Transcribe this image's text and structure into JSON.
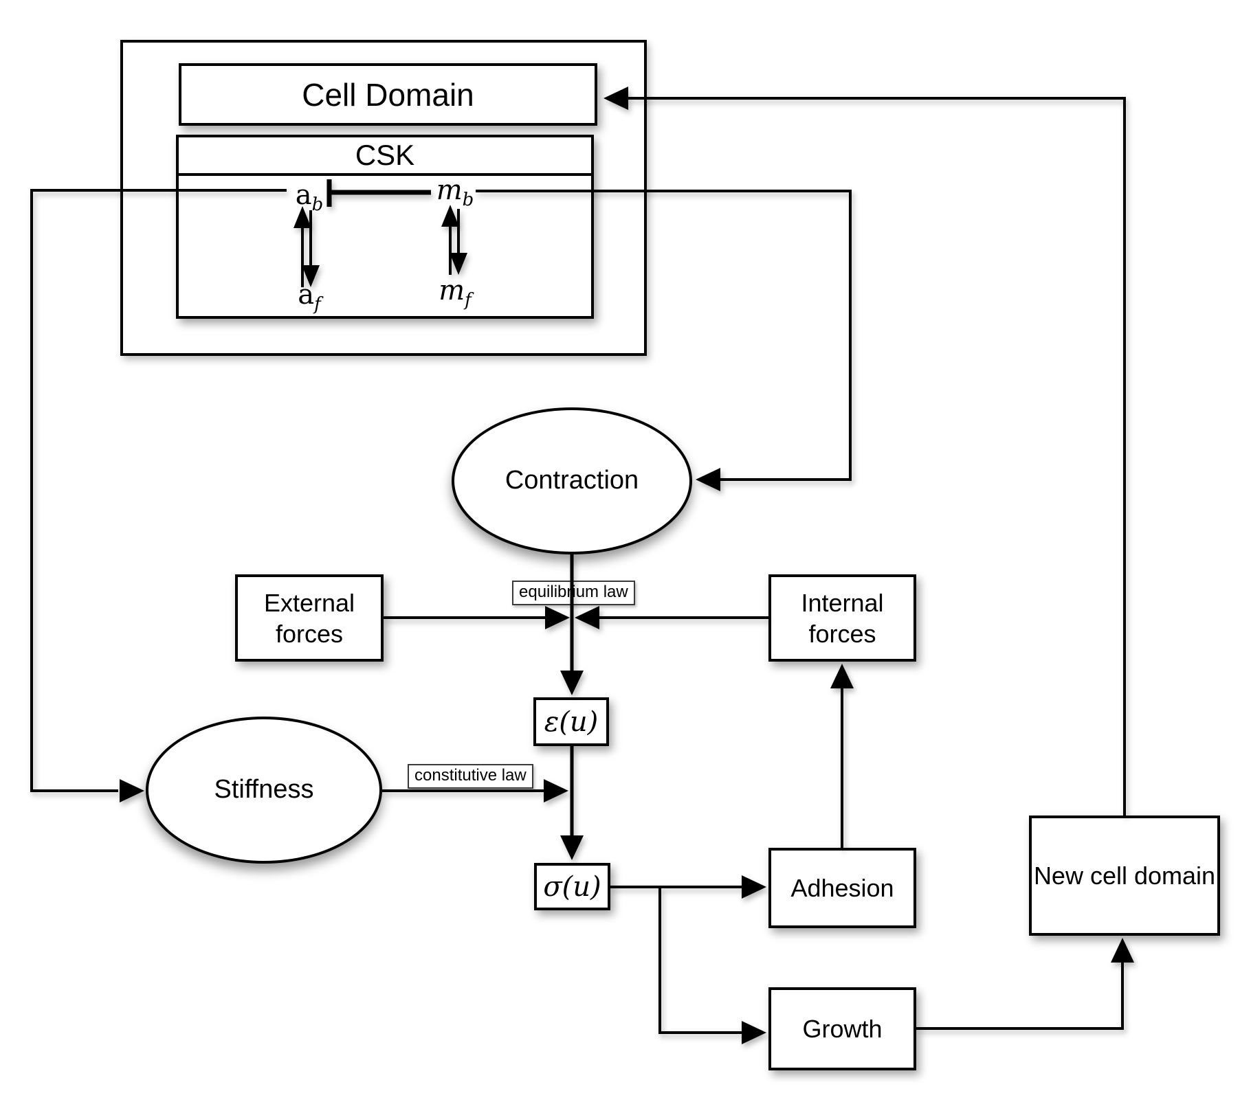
{
  "diagram": {
    "cell_domain": {
      "title": "Cell Domain"
    },
    "csk": {
      "title": "CSK",
      "species": {
        "ab": {
          "base": "a",
          "sub": "b"
        },
        "mb": {
          "base": "m",
          "sub": "b"
        },
        "af": {
          "base": "a",
          "sub": "f"
        },
        "mf": {
          "base": "m",
          "sub": "f"
        }
      }
    },
    "nodes": {
      "contraction": "Contraction",
      "stiffness": "Stiffness",
      "external_forces": "External forces",
      "internal_forces": "Internal forces",
      "strain": "ε(u)",
      "stress": "σ(u)",
      "adhesion": "Adhesion",
      "growth": "Growth",
      "new_cell_domain": "New cell domain"
    },
    "edge_labels": {
      "equilibrium": "equilibrium law",
      "constitutive": "constitutive law"
    },
    "colors": {
      "line": "#000000",
      "fill": "#ffffff"
    }
  }
}
